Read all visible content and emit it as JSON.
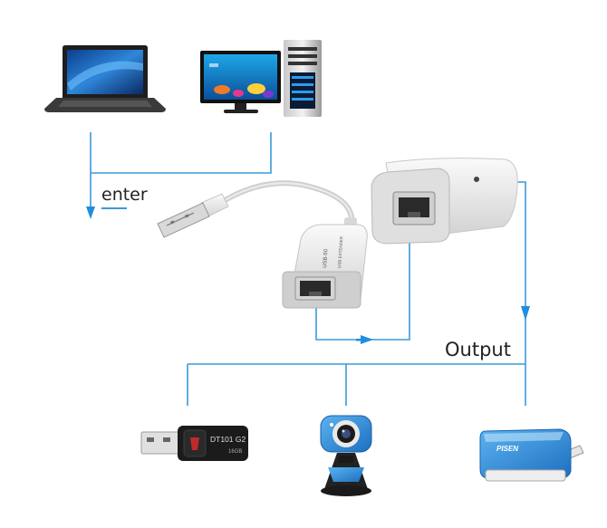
{
  "labels": {
    "enter": "enter",
    "output": "Output"
  },
  "devices": {
    "extender_tx_marking": [
      "USB-50",
      "USB EXTENDER"
    ],
    "usb_drive_marking": "DT101 G2",
    "usb_drive_capacity": "16GB",
    "card_reader_brand": "PISEN"
  },
  "colors": {
    "connector_line": "#3a9ad9",
    "arrow": "#1f8ee0",
    "device_body": "#e9e9e9",
    "card_reader": "#2f8fdc"
  },
  "icons": [
    "laptop",
    "desktop-computer",
    "usb-extender-transmitter",
    "usb-extender-receiver",
    "usb-flash-drive",
    "webcam",
    "card-reader"
  ]
}
